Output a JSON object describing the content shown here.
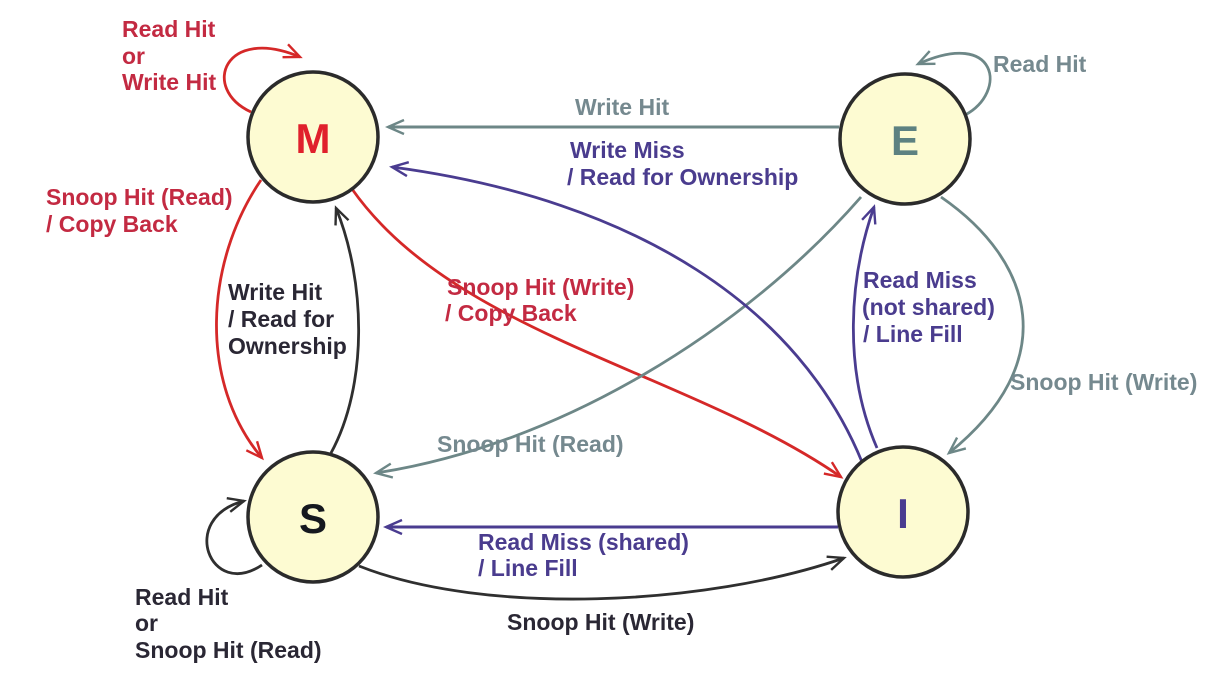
{
  "diagram": {
    "kind": "state-transition-diagram",
    "states": {
      "m": {
        "label": "M"
      },
      "e": {
        "label": "E"
      },
      "s": {
        "label": "S"
      },
      "i": {
        "label": "I"
      }
    },
    "transitions": {
      "m_self": {
        "from": "M",
        "to": "M",
        "color_key": "red",
        "lines": [
          "Read Hit",
          "or",
          "Write Hit"
        ]
      },
      "e_to_m": {
        "from": "E",
        "to": "M",
        "color_key": "gray",
        "lines": [
          "Write Hit"
        ]
      },
      "i_to_m": {
        "from": "I",
        "to": "M",
        "color_key": "purple",
        "lines": [
          "Write Miss",
          "/ Read for Ownership"
        ]
      },
      "e_self": {
        "from": "E",
        "to": "E",
        "color_key": "gray",
        "lines": [
          "Read Hit"
        ]
      },
      "m_to_s": {
        "from": "M",
        "to": "S",
        "color_key": "red",
        "lines": [
          "Snoop Hit (Read)",
          "/ Copy Back"
        ]
      },
      "s_to_m": {
        "from": "S",
        "to": "M",
        "color_key": "black",
        "lines": [
          "Write Hit",
          "/ Read for",
          "Ownership"
        ]
      },
      "m_to_i": {
        "from": "M",
        "to": "I",
        "color_key": "red",
        "lines": [
          "Snoop Hit (Write)",
          "/ Copy Back"
        ]
      },
      "i_to_e": {
        "from": "I",
        "to": "E",
        "color_key": "purple",
        "lines": [
          "Read Miss",
          "(not shared)",
          "/ Line Fill"
        ]
      },
      "e_to_i": {
        "from": "E",
        "to": "I",
        "color_key": "gray",
        "lines": [
          "Snoop Hit (Write)"
        ]
      },
      "e_to_s": {
        "from": "E",
        "to": "S",
        "color_key": "gray",
        "lines": [
          "Snoop Hit (Read)"
        ]
      },
      "s_self": {
        "from": "S",
        "to": "S",
        "color_key": "black",
        "lines": [
          "Read Hit",
          "or",
          "Snoop Hit (Read)"
        ]
      },
      "i_to_s": {
        "from": "I",
        "to": "S",
        "color_key": "purple",
        "lines": [
          "Read Miss (shared)",
          "/ Line Fill"
        ]
      },
      "s_to_i": {
        "from": "S",
        "to": "I",
        "color_key": "black",
        "lines": [
          "Snoop Hit (Write)"
        ]
      }
    }
  },
  "colors": {
    "background": "#ffffff",
    "state_fill": "#fdfbd2",
    "state_border": "#2b2b2b",
    "letter_m": "#e0202c",
    "letter_e": "#5d8181",
    "letter_s": "#15181f",
    "letter_i": "#4a3c90",
    "red_arrow": "#d52828",
    "red_text": "#c32a42",
    "gray_arrow": "#6d8787",
    "gray_text": "#75898f",
    "purple_arrow": "#4a3c90",
    "purple_text": "#4a3c8e",
    "black_arrow": "#2f2f2f",
    "black_text": "#2a2734"
  }
}
